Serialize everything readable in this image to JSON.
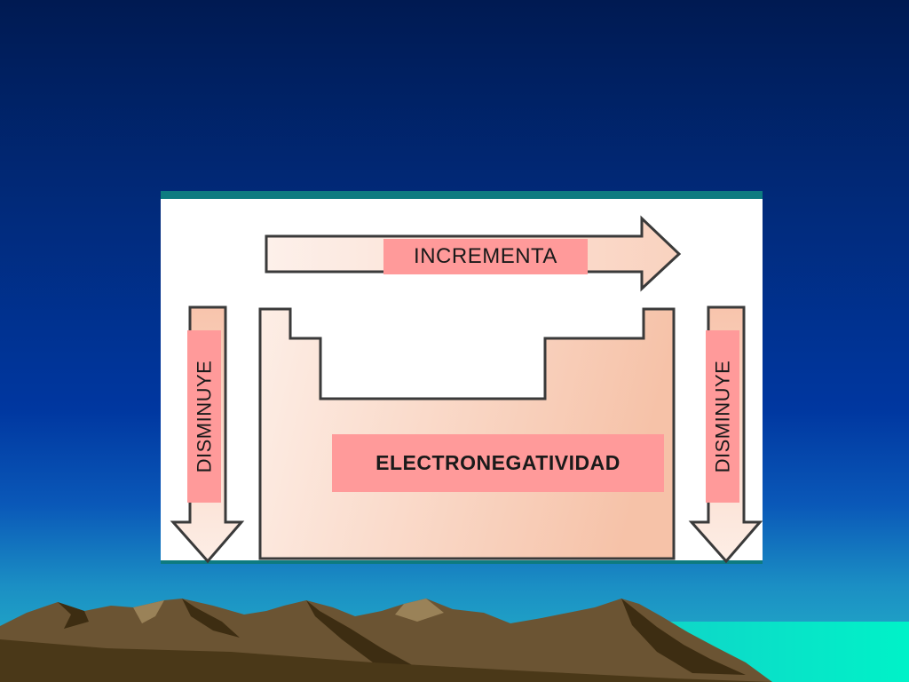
{
  "slide": {
    "background_colors": [
      "#001a52",
      "#0037a0",
      "#24b8c8"
    ],
    "sea_color": "#00f0c8",
    "mountain_colors": [
      "#4a3818",
      "#8c7350",
      "#2e2210"
    ]
  },
  "diagram": {
    "frame_border_color": "#0d7b80",
    "arrow_fill": "#fbe0d2",
    "table_fill": "#f8c8b0",
    "label_fill": "#ff9a9a",
    "top_arrow_label": "INCREMENTA",
    "center_label": "ELECTRONEGATIVIDAD",
    "left_arrow_label": "DISMINUYE",
    "right_arrow_label": "DISMINUYE"
  }
}
